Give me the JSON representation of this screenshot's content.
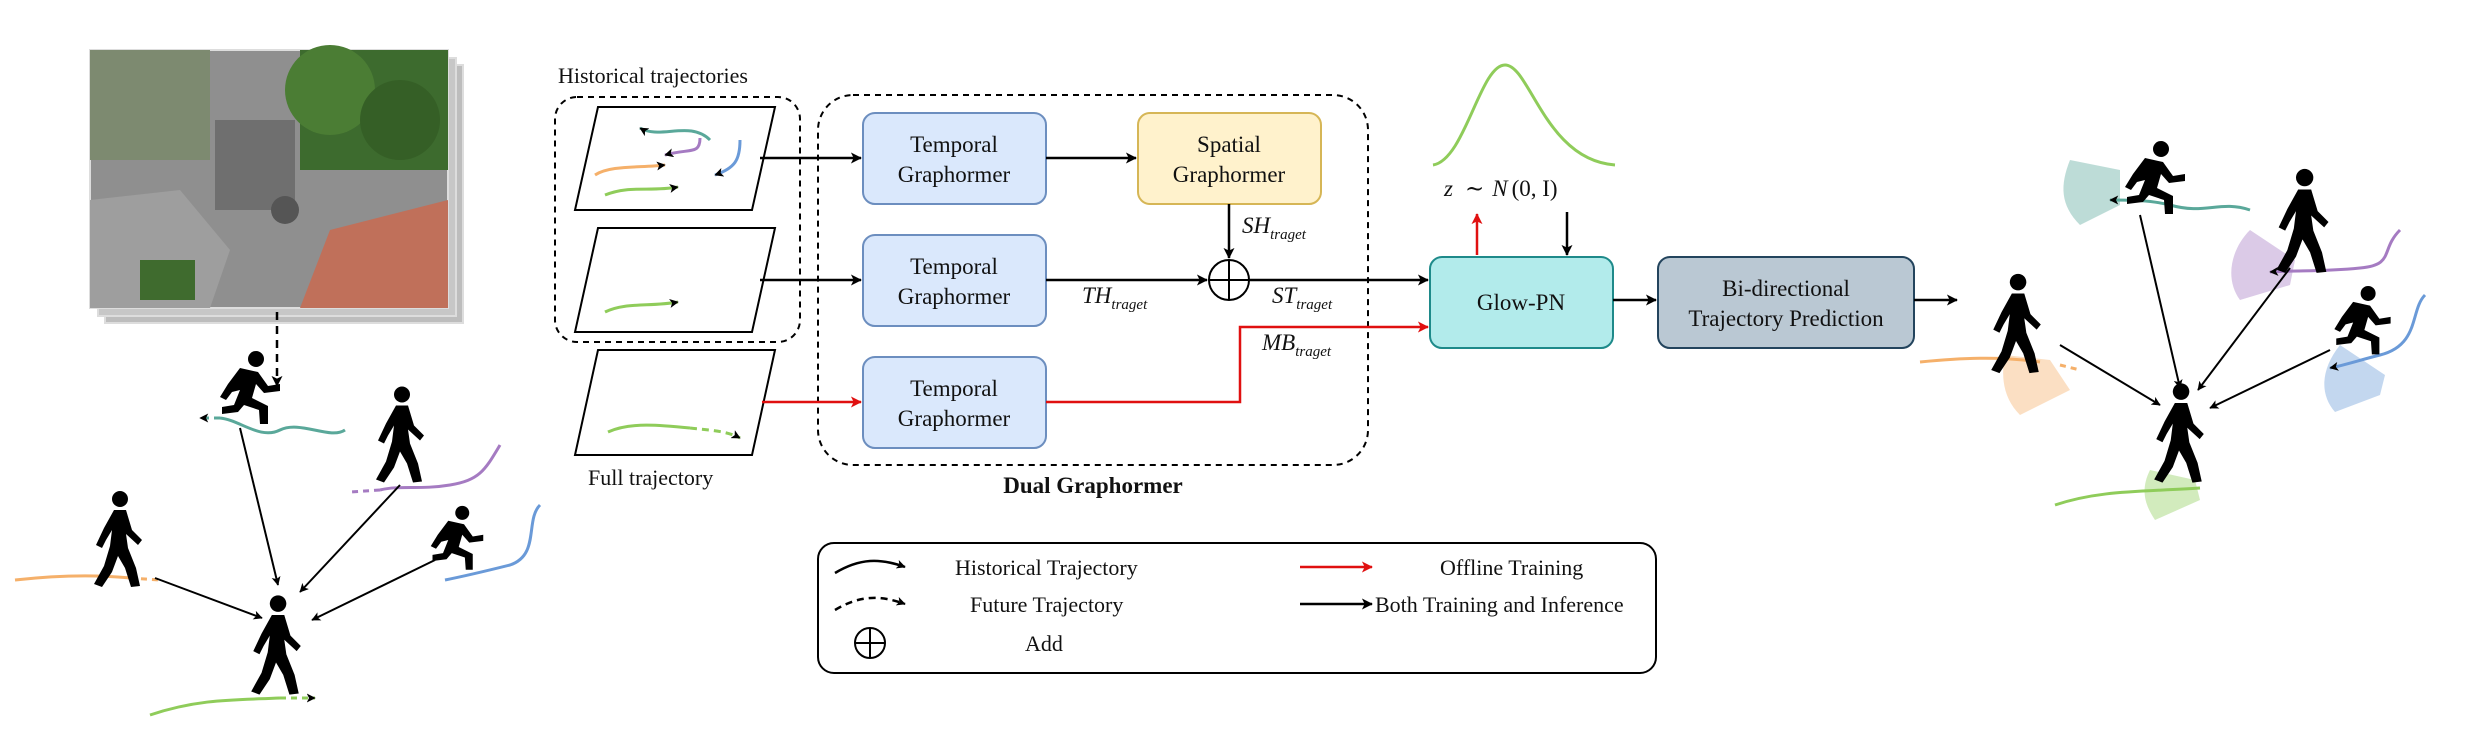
{
  "historical_title": "Historical trajectories",
  "full_title": "Full trajectory",
  "dual_title": "Dual Graphormer",
  "temporal_block": [
    "Temporal",
    "Graphormer"
  ],
  "spatial_block": [
    "Spatial",
    "Graphormer"
  ],
  "glow_label": "Glow-PN",
  "bidir_block": [
    "Bi-directional",
    "Trajectory Prediction"
  ],
  "sh": {
    "main": "SH",
    "sub": "traget"
  },
  "th": {
    "main": "TH",
    "sub": "traget"
  },
  "st": {
    "main": "ST",
    "sub": "traget"
  },
  "mb": {
    "main": "MB",
    "sub": "traget"
  },
  "noise": {
    "z": "z",
    "sim": "∼",
    "n": "N",
    "args": "(0,  I)"
  },
  "legend": {
    "historical": "Historical Trajectory",
    "future": "Future Trajectory",
    "add": "Add",
    "offline": "Offline Training",
    "both": "Both Training and Inference"
  },
  "colors": {
    "temporal_fill": "#dae8fc",
    "temporal_stroke": "#6c8ebf",
    "spatial_fill": "#fff2cc",
    "spatial_stroke": "#d6b656",
    "glow_fill": "#b2ebeb",
    "glow_stroke": "#1e8a8a",
    "bidir_fill": "#bac8d3",
    "bidir_stroke": "#23445d",
    "red": "#e01010",
    "traj_green": "#8fcc5a",
    "traj_orange": "#f5b06a",
    "traj_purple": "#a57bc2",
    "traj_blue": "#6a9ad8",
    "traj_teal": "#5aa89a",
    "gauss": "#8fcc5a"
  },
  "icons": [
    "aerial-photo-stack",
    "pedestrian-icon",
    "runner-icon",
    "gaussian-curve-icon",
    "plus-circle-icon"
  ]
}
